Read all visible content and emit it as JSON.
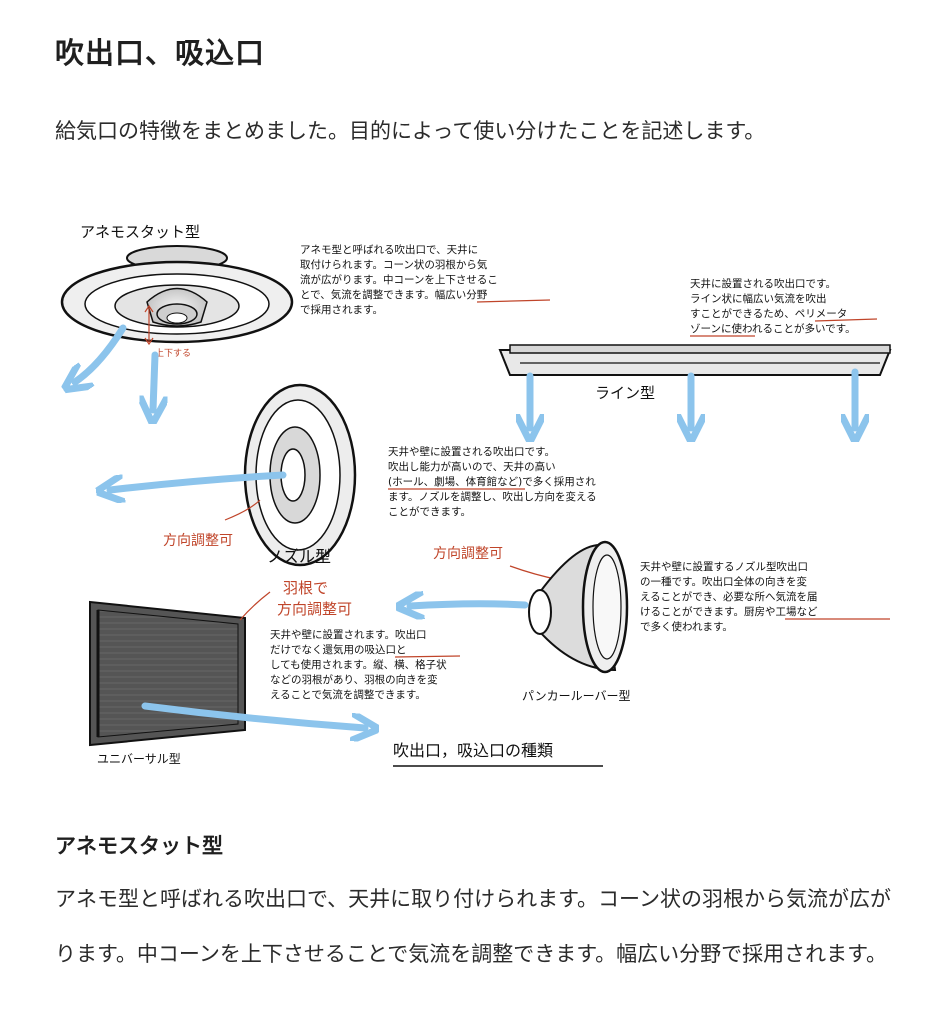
{
  "article": {
    "title": "吹出口、吸込口",
    "intro": "給気口の特徴をまとめました。目的によって使い分けたことを記述します。",
    "section": {
      "title": "アネモスタット型",
      "body": "アネモ型と呼ばれる吹出口で、天井に取り付けられます。コーン状の羽根から気流が広がります。中コーンを上下させることで気流を調整できます。幅広い分野で採用されます。"
    }
  },
  "figure": {
    "caption": "吹出口，吸込口の種類",
    "colors": {
      "airflow": "#8cc4ec",
      "annotation": "#c0452a",
      "ink": "#111111"
    },
    "anemostat": {
      "label": "アネモスタット型",
      "arrow_note": "上下する",
      "desc": [
        "アネモ型と呼ばれる吹出口で、天井に",
        "取付けられます。コーン状の羽根から気",
        "流が広がります。中コーンを上下させるこ",
        "とで、気流を調整できます。幅広い分野",
        "で採用されます。"
      ]
    },
    "line": {
      "label": "ライン型",
      "desc": [
        "天井に設置される吹出口です。",
        "ライン状に幅広い気流を吹出",
        "すことができるため、ペリメータ",
        "ゾーンに使われることが多いです。"
      ]
    },
    "nozzle": {
      "label": "ノズル型",
      "note": "方向調整可",
      "desc": [
        "天井や壁に設置される吹出口です。",
        "吹出し能力が高いので、天井の高い",
        "(ホール、劇場、体育館など)で多く採用され",
        "ます。ノズルを調整し、吹出し方向を変える",
        "ことができます。"
      ]
    },
    "punkah": {
      "label": "パンカールーバー型",
      "note": "方向調整可",
      "desc": [
        "天井や壁に設置するノズル型吹出口",
        "の一種です。吹出口全体の向きを変",
        "えることができ、必要な所へ気流を届",
        "けることができます。厨房や工場など",
        "で多く使われます。"
      ]
    },
    "universal": {
      "label": "ユニバーサル型",
      "note_lines": [
        "羽根で",
        "方向調整可"
      ],
      "desc": [
        "天井や壁に設置されます。吹出口",
        "だけでなく還気用の吸込口と",
        "しても使用されます。縦、横、格子状",
        "などの羽根があり、羽根の向きを変",
        "えることで気流を調整できます。"
      ]
    }
  }
}
